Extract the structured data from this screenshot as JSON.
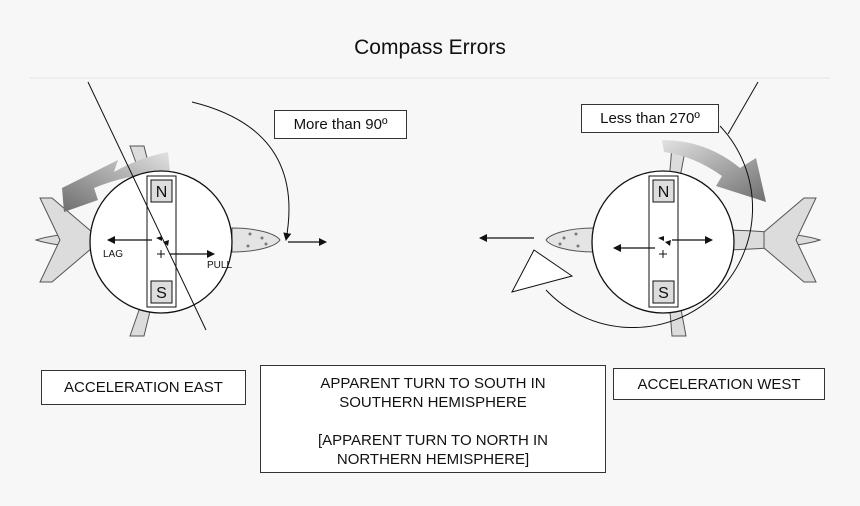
{
  "title": "Compass Errors",
  "left": {
    "callout": "More than 90º",
    "compass_top": "N",
    "compass_bottom": "S",
    "lag_label": "LAG",
    "pull_label": "PULL",
    "caption": "ACCELERATION EAST"
  },
  "right": {
    "callout": "Less than 270º",
    "compass_top": "N",
    "compass_bottom": "S",
    "caption": "ACCELERATION WEST"
  },
  "center_box": {
    "line1": "APPARENT TURN TO SOUTH IN",
    "line2": "SOUTHERN HEMISPHERE",
    "line3": "[APPARENT TURN TO NORTH IN",
    "line4": "NORTHERN HEMISPHERE]"
  },
  "colors": {
    "line": "#111111",
    "arrow_dark": "#6e6e6e",
    "arrow_light": "#e2e2e2"
  }
}
